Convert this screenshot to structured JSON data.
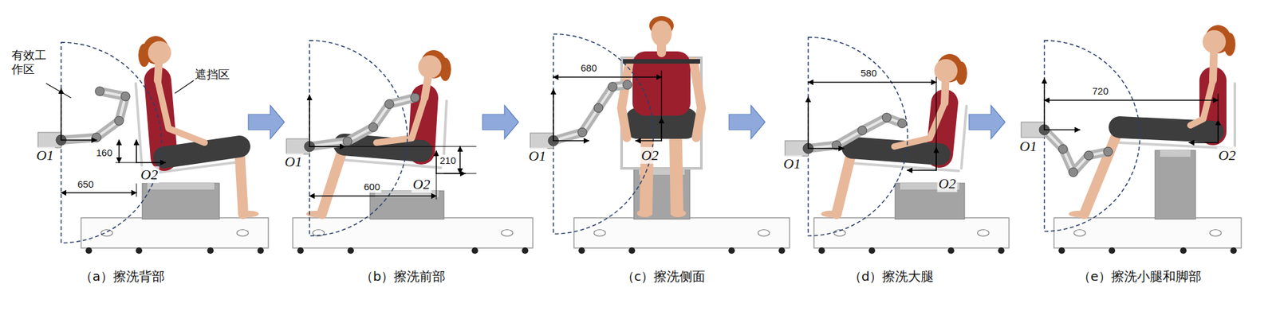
{
  "diagram": {
    "labels": [
      "有效工 作区",
      "遮挡区",
      "O1",
      "160",
      "O2",
      "650",
      "（a）擦洗背部",
      "O1",
      "O2",
      "210",
      "600",
      "（b）擦洗前部",
      "680",
      "O1",
      "O2",
      "（c）擦洗侧面",
      "580",
      "O1",
      "O2",
      "（d）擦洗大腿",
      "720",
      "O1",
      "O2",
      "（e）擦洗小腿和脚部"
    ]
  }
}
